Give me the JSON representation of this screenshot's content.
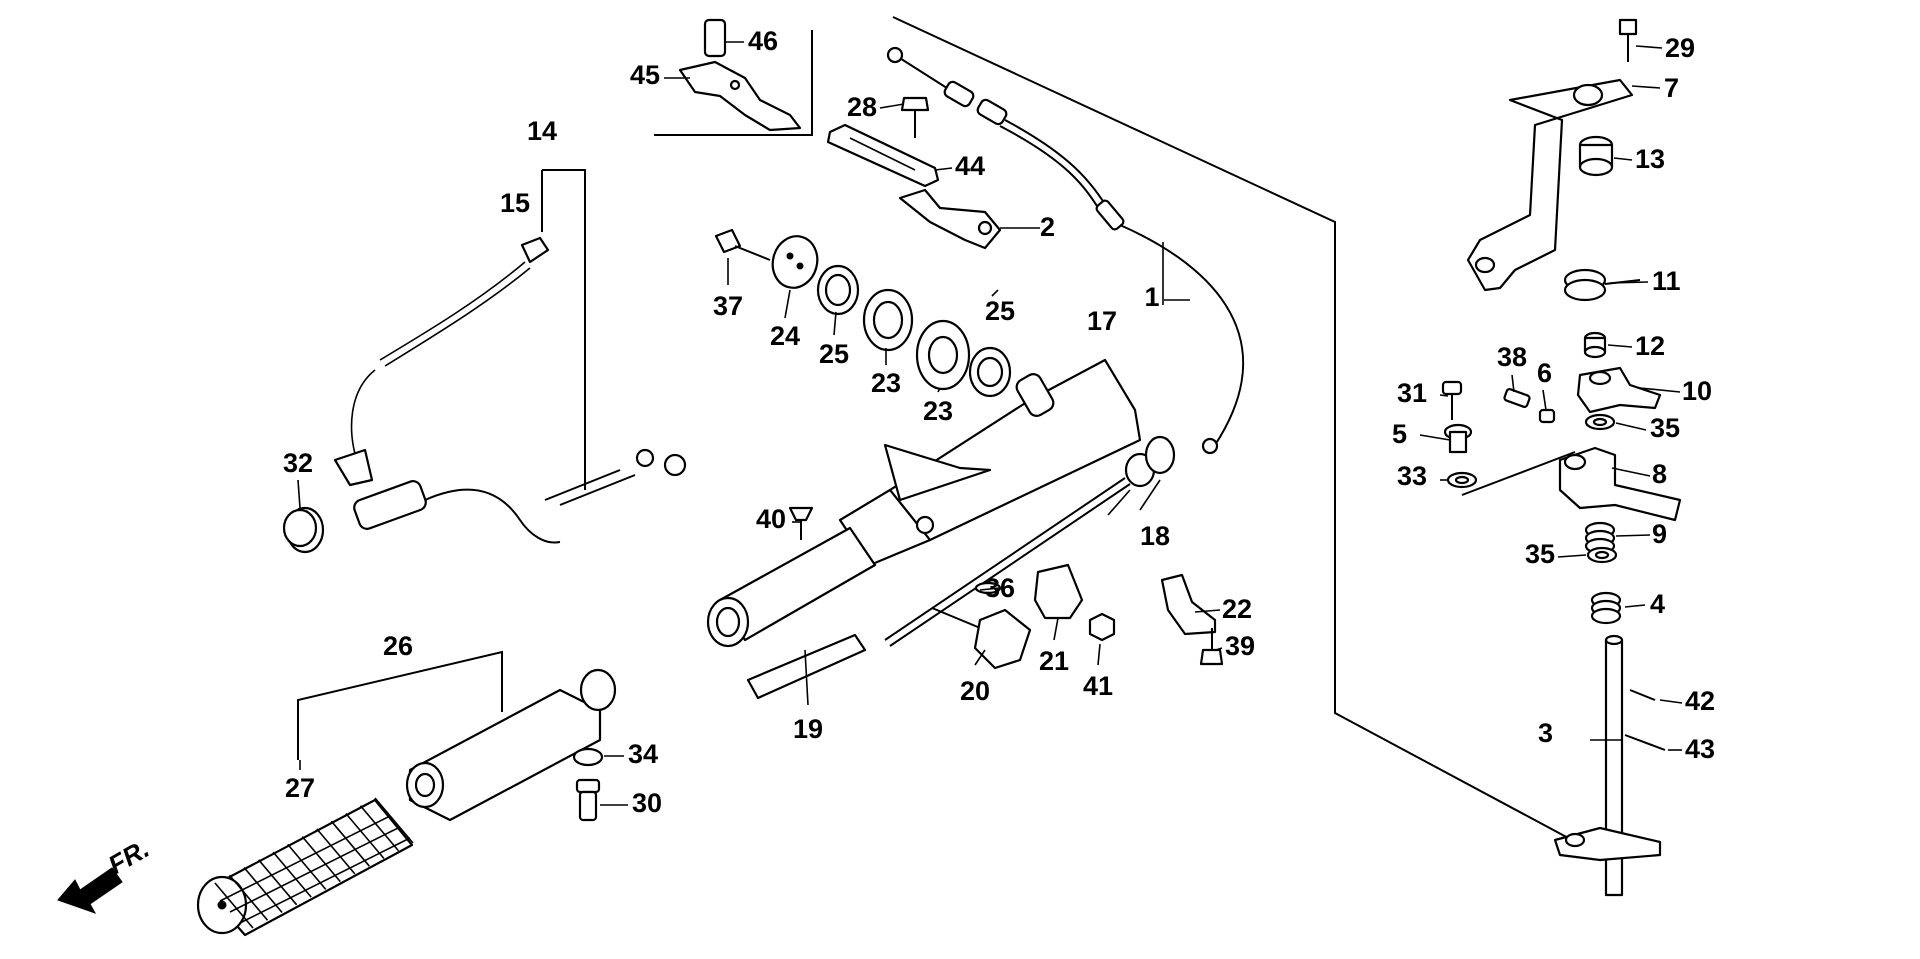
{
  "diagram": {
    "direction_label": "FR.",
    "callouts": [
      "1",
      "2",
      "3",
      "4",
      "5",
      "6",
      "7",
      "8",
      "9",
      "10",
      "11",
      "12",
      "13",
      "14",
      "15",
      "17",
      "18",
      "19",
      "20",
      "21",
      "22",
      "23",
      "24",
      "25",
      "26",
      "27",
      "28",
      "29",
      "30",
      "31",
      "32",
      "33",
      "34",
      "35",
      "36",
      "37",
      "38",
      "39",
      "40",
      "41",
      "42",
      "43",
      "44",
      "45",
      "46"
    ]
  },
  "style": {
    "ink": "#000000",
    "paper": "#ffffff"
  }
}
